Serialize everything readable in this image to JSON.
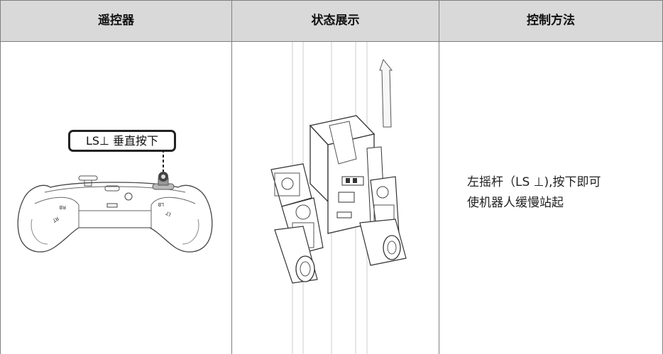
{
  "table": {
    "headers": [
      "遥控器",
      "状态展示",
      "控制方法"
    ]
  },
  "controller": {
    "callout_label": "LS⊥  垂直按下",
    "button_labels": {
      "rb": "RB",
      "rt": "RT",
      "lb": "LB",
      "lt": "LT"
    }
  },
  "method": {
    "line1": "左摇杆（LS ⊥),按下即可",
    "line2": "使机器人缓慢站起"
  }
}
